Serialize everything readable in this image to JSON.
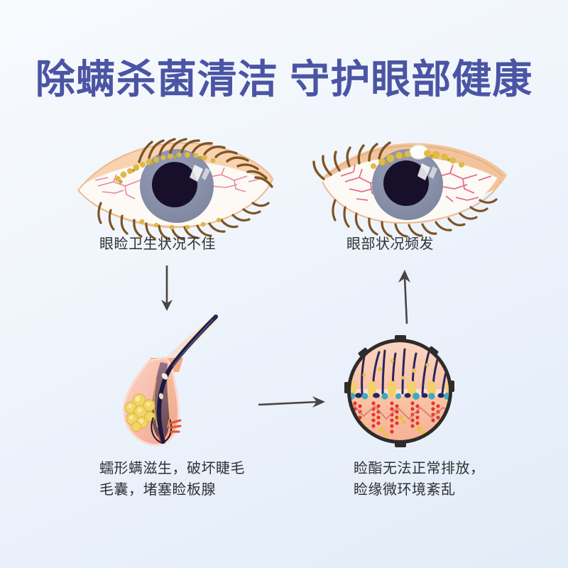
{
  "poster": {
    "background_top": "#f7fafd",
    "background_bottom": "#e2ecf7",
    "headline": "除螨杀菌清洁 守护眼部健康",
    "headline_color": "#4b55a4",
    "caption_color": "#2e3033"
  },
  "steps": [
    {
      "id": "eyelid-hygiene-poor",
      "caption": "眼睑卫生状况不佳",
      "illustration": "eye-with-crusted-lashes-icon"
    },
    {
      "id": "frequent-eye-conditions",
      "caption": "眼部状况频发",
      "illustration": "swollen-eye-with-stye-icon"
    },
    {
      "id": "demodex-mites",
      "caption": "蠕形螨滋生，破坏睫毛\n毛囊，堵塞睑板腺",
      "illustration": "hair-follicle-cross-section-icon"
    },
    {
      "id": "meibum-blocked",
      "caption": "睑酯无法正常排放，\n睑缘微环境紊乱",
      "illustration": "eyelid-margin-magnified-icon"
    }
  ],
  "arrows": [
    {
      "id": "arrow-eyelid-to-mites",
      "direction": "down",
      "glyph": "arrow-down-icon"
    },
    {
      "id": "arrow-mites-to-meibum",
      "direction": "right",
      "glyph": "arrow-right-icon"
    },
    {
      "id": "arrow-meibum-to-conditions",
      "direction": "up",
      "glyph": "arrow-up-icon"
    }
  ],
  "palette": {
    "skin": "#f7c9a4",
    "skin_light": "#fbe0c8",
    "iris": "#8a92ad",
    "pupil": "#18102a",
    "lash": "#6b4a22",
    "lash_dark": "#2a2456",
    "vessel": "#e8728f",
    "debris_yellow": "#e0bb45",
    "gland_yellow": "#f2cf63",
    "tissue_pink": "#f6b8ad",
    "margin_border": "#2f2b2a",
    "arrow": "#4a4440"
  }
}
